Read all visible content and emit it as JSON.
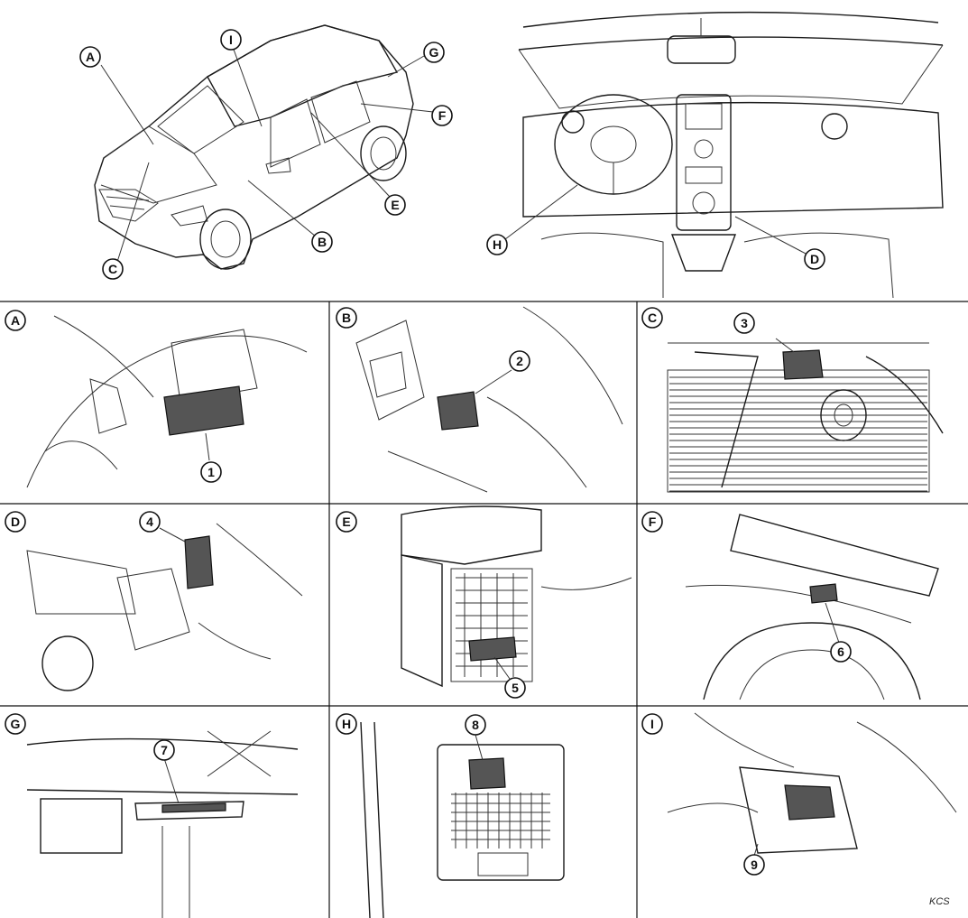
{
  "overview": {
    "vehicle_callouts": [
      "A",
      "I",
      "G",
      "F",
      "E",
      "B",
      "C"
    ],
    "cabin_callouts": [
      "H",
      "D"
    ]
  },
  "panels": [
    {
      "letter": "A",
      "number": "1"
    },
    {
      "letter": "B",
      "number": "2"
    },
    {
      "letter": "C",
      "number": "3"
    },
    {
      "letter": "D",
      "number": "4"
    },
    {
      "letter": "E",
      "number": "5"
    },
    {
      "letter": "F",
      "number": "6"
    },
    {
      "letter": "G",
      "number": "7"
    },
    {
      "letter": "H",
      "number": "8"
    },
    {
      "letter": "I",
      "number": "9"
    }
  ],
  "signature": "KCS"
}
